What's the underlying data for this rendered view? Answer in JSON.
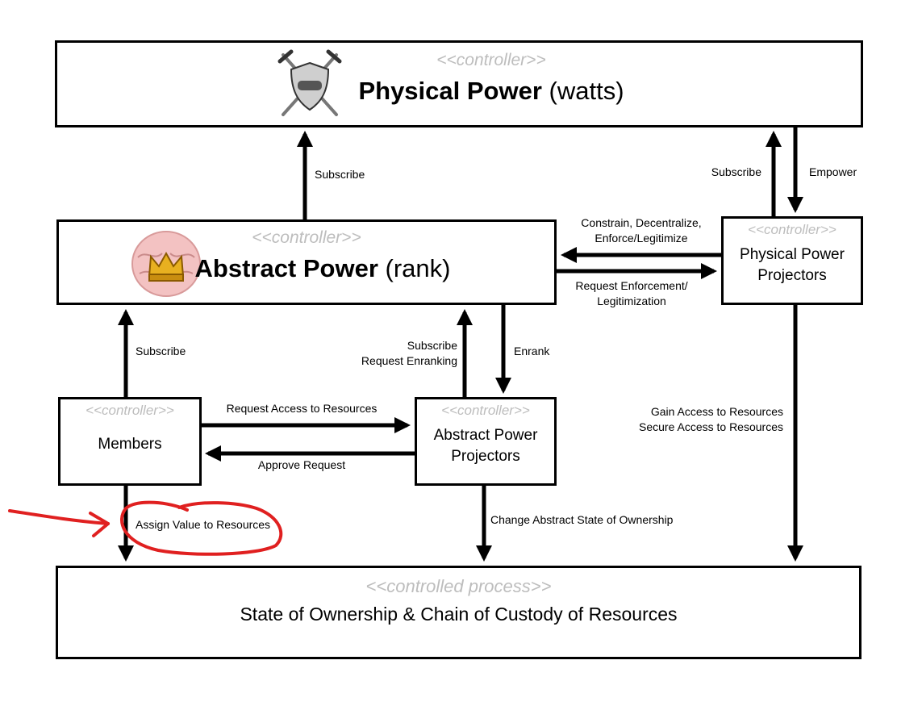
{
  "physical_power": {
    "stereotype": "<<controller>>",
    "title_bold": "Physical Power",
    "title_rest": " (watts)",
    "icon": "sword-shield-icon"
  },
  "abstract_power": {
    "stereotype": "<<controller>>",
    "title_bold": "Abstract Power",
    "title_rest": " (rank)",
    "icon": "brain-crown-icon"
  },
  "physical_projectors": {
    "stereotype": "<<controller>>",
    "line1": "Physical Power",
    "line2": "Projectors"
  },
  "members": {
    "stereotype": "<<controller>>",
    "title": "Members"
  },
  "abstract_projectors": {
    "stereotype": "<<controller>>",
    "line1": "Abstract Power",
    "line2": "Projectors"
  },
  "controlled_process": {
    "stereotype": "<<controlled process>>",
    "title": "State of Ownership & Chain of Custody of Resources"
  },
  "labels": {
    "subscribe_abstract_to_physical": "Subscribe",
    "subscribe_projectors_to_physical": "Subscribe",
    "empower": "Empower",
    "constrain_line1": "Constrain, Decentralize,",
    "constrain_line2": "Enforce/Legitimize",
    "request_enforcement_line1": "Request Enforcement/",
    "request_enforcement_line2": "Legitimization",
    "subscribe_members": "Subscribe",
    "subscribe_request_line1": "Subscribe",
    "subscribe_request_line2": "Request Enranking",
    "enrank": "Enrank",
    "gain_access_line1": "Gain Access to Resources",
    "gain_access_line2": "Secure Access to Resources",
    "request_access": "Request Access to Resources",
    "approve_request": "Approve Request",
    "assign_value": "Assign Value to Resources",
    "change_state": "Change Abstract State of Ownership"
  },
  "colors": {
    "stereotype": "#bdbdbd",
    "annotation": "#e02020",
    "line": "#000000"
  }
}
